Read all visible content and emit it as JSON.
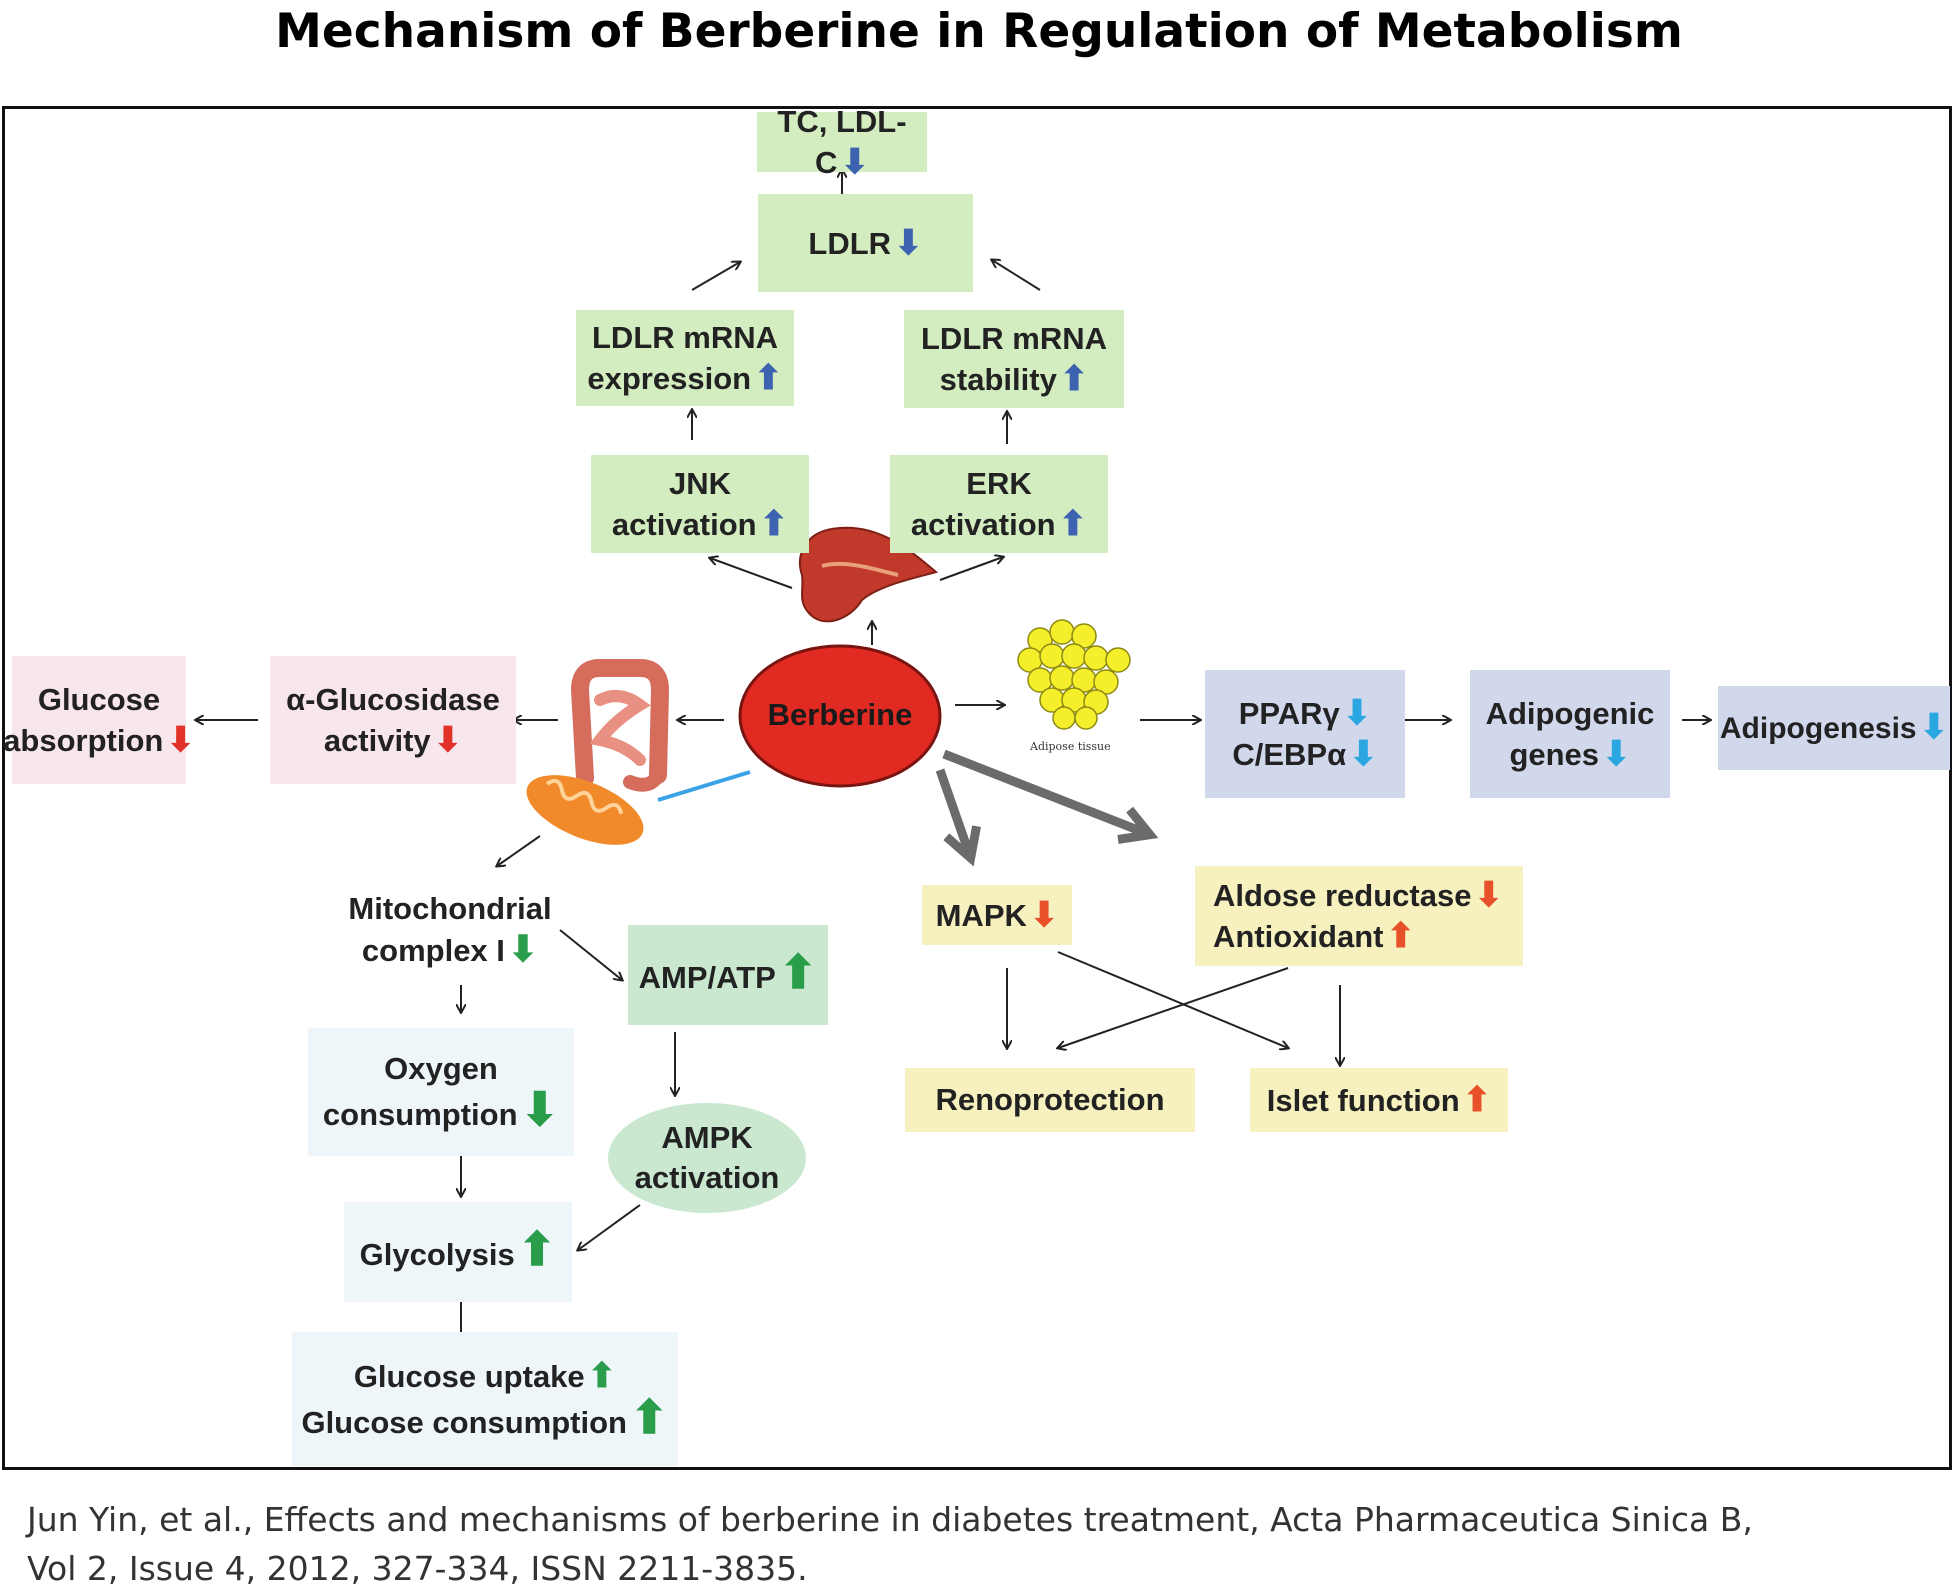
{
  "title": "Mechanism of Berberine in Regulation of Metabolism",
  "citation": {
    "line1": "Jun Yin, et al., Effects and mechanisms of berberine in diabetes treatment, Acta Pharmaceutica Sinica B,",
    "line2": "Vol 2, Issue 4, 2012, 327-334, ISSN 2211-3835."
  },
  "arrows": {
    "up": "⬆",
    "down": "⬇"
  },
  "colors": {
    "green_box": "#d3ecc0",
    "pink_box": "#f8e6ee",
    "lavender_box": "#d2d8ec",
    "yellow_box": "#f6f1bf",
    "light_blue_box": "#eef6f9",
    "mint": "#c9e8cf",
    "berberine": "#e02a22",
    "liver": "#c0392b",
    "adipose": "#f4ef2a",
    "mitochondria": "#f08a2a"
  },
  "nodes": {
    "tc_ldlc": "TC, LDL-C",
    "ldlr": "LDLR",
    "ldlr_mrna_expression_1": "LDLR mRNA",
    "ldlr_mrna_expression_2": "expression",
    "ldlr_mrna_stability_1": "LDLR mRNA",
    "ldlr_mrna_stability_2": "stability",
    "jnk_1": "JNK",
    "jnk_2": "activation",
    "erk_1": "ERK",
    "erk_2": "activation",
    "berberine": "Berberine",
    "glucose_absorption_1": "Glucose",
    "glucose_absorption_2": "absorption",
    "alpha_glucosidase_1": "α-Glucosidase",
    "alpha_glucosidase_2": "activity",
    "adipose_label": "Adipose tissue",
    "ppar_1": "PPARγ",
    "ppar_2": "C/EBPα",
    "adipogenic_1": "Adipogenic",
    "adipogenic_2": "genes",
    "adipogenesis": "Adipogenesis",
    "mito_complex_1": "Mitochondrial",
    "mito_complex_2": "complex I",
    "amp_atp": "AMP/ATP",
    "oxygen_1": "Oxygen",
    "oxygen_2": "consumption",
    "ampk_1": "AMPK",
    "ampk_2": "activation",
    "glycolysis": "Glycolysis",
    "glucose_uptake": "Glucose uptake",
    "glucose_consumption": "Glucose consumption",
    "mapk": "MAPK",
    "aldose_reductase": "Aldose reductase",
    "antioxidant": "Antioxidant",
    "renoprotection": "Renoprotection",
    "islet_function": "Islet function"
  },
  "icons": [
    "liver-icon",
    "intestine-icon",
    "adipose-tissue-icon",
    "mitochondria-icon"
  ]
}
